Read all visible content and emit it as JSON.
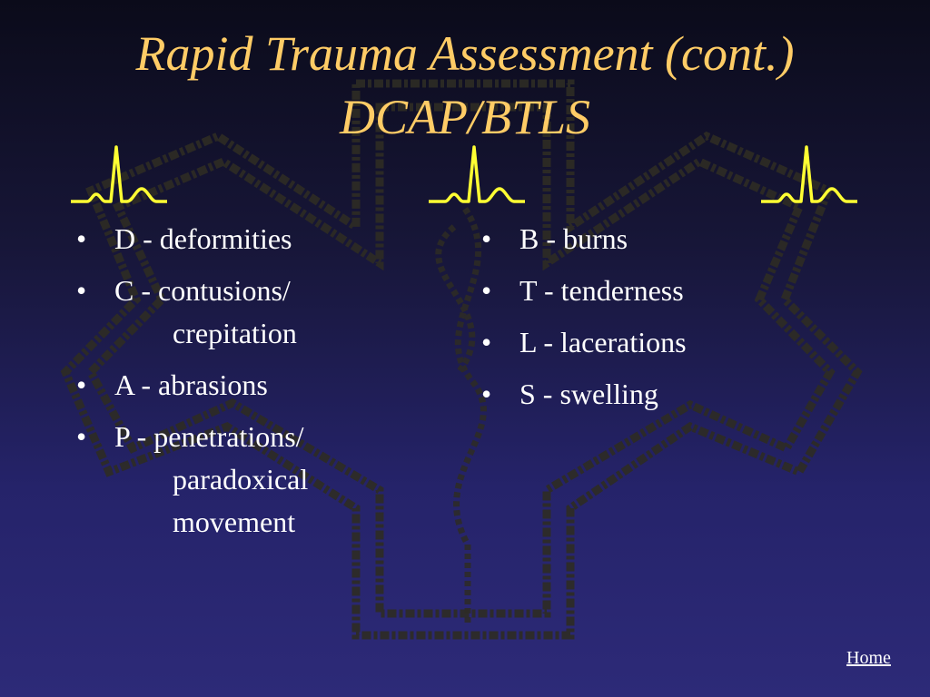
{
  "slide": {
    "title_line1": "Rapid Trauma Assessment (cont.)",
    "title_line2": "DCAP/BTLS"
  },
  "left_list": [
    {
      "bullet": "•",
      "text": "D - deformities",
      "continuation": []
    },
    {
      "bullet": "•",
      "text": "C - contusions/",
      "continuation": [
        "crepitation"
      ]
    },
    {
      "bullet": "•",
      "text": "A - abrasions",
      "continuation": []
    },
    {
      "bullet": "•",
      "text": "P - penetrations/",
      "continuation": [
        "paradoxical",
        "movement"
      ]
    }
  ],
  "right_list": [
    {
      "bullet": "•",
      "text": "B - burns",
      "continuation": []
    },
    {
      "bullet": "•",
      "text": "T - tenderness",
      "continuation": []
    },
    {
      "bullet": "•",
      "text": "L - lacerations",
      "continuation": []
    },
    {
      "bullet": "•",
      "text": "S - swelling",
      "continuation": []
    }
  ],
  "home_link": "Home",
  "icons": {
    "ecg": "ecg-waveform-icon",
    "background": "star-of-life-icon"
  },
  "colors": {
    "title": "#ffcc66",
    "ecg": "#ffff33",
    "text": "#ffffff",
    "background_top": "#0b0b1a",
    "background_bottom": "#2d2a78"
  }
}
